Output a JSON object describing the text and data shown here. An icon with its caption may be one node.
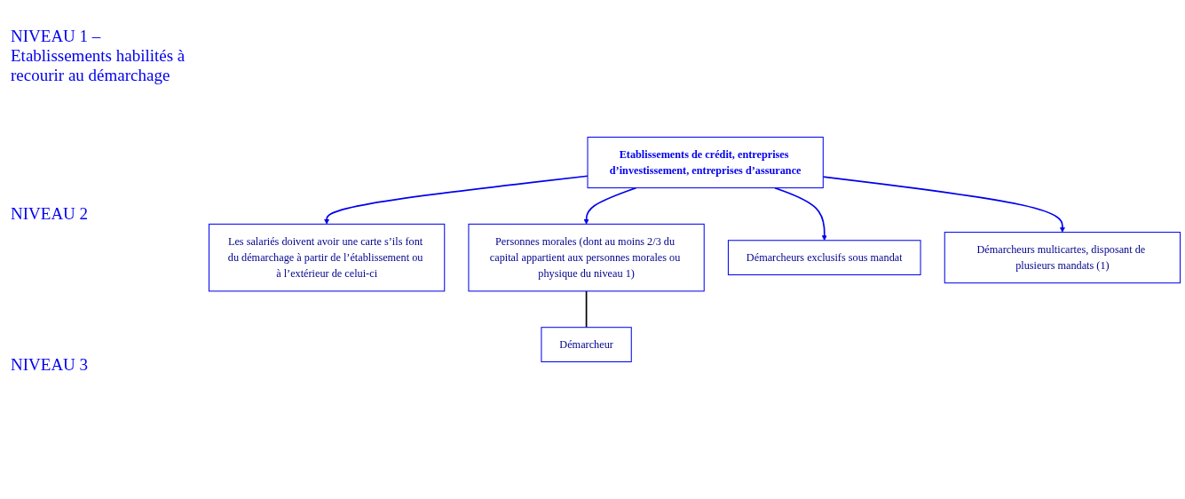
{
  "diagram": {
    "nodes": [
      {
        "text": [
          "Etablissements de crédit, entreprises d’investissement, entreprises d’assurance"
        ]
      },
      {
        "text": [
          "Les salariés doivent avoir une carte s’ils font du démarchage à partir de l’établissement ou à l’extérieur de celui-ci"
        ]
      },
      {
        "text": [
          "Personnes morales (dont au moins 2/3 du capital appartient aux personnes morales ou physique du niveau 1)"
        ]
      },
      {
        "text": [
          "Démarcheurs exclusifs sous mandat"
        ]
      },
      {
        "text": [
          "Démarcheurs multicartes, disposant de plusieurs mandats (1)"
        ]
      },
      {
        "text": [
          "Démarcheur"
        ]
      }
    ],
    "edges": [
      {
        "from": 0,
        "to": 3,
        "arrow": "to"
      },
      {
        "from": 0,
        "to": 4,
        "arrow": "to"
      },
      {
        "from": 0,
        "to": 2,
        "arrow": "to"
      },
      {
        "from": 0,
        "to": 1,
        "arrow": "to"
      },
      {
        "from": 2,
        "to": 5,
        "arrow": "none",
        "color": "#000000"
      }
    ],
    "labels": [
      "NIVEAU 1 – Etablissements habilités à recourir au démarchage",
      "NIVEAU 2",
      "NIVEAU 3"
    ]
  }
}
